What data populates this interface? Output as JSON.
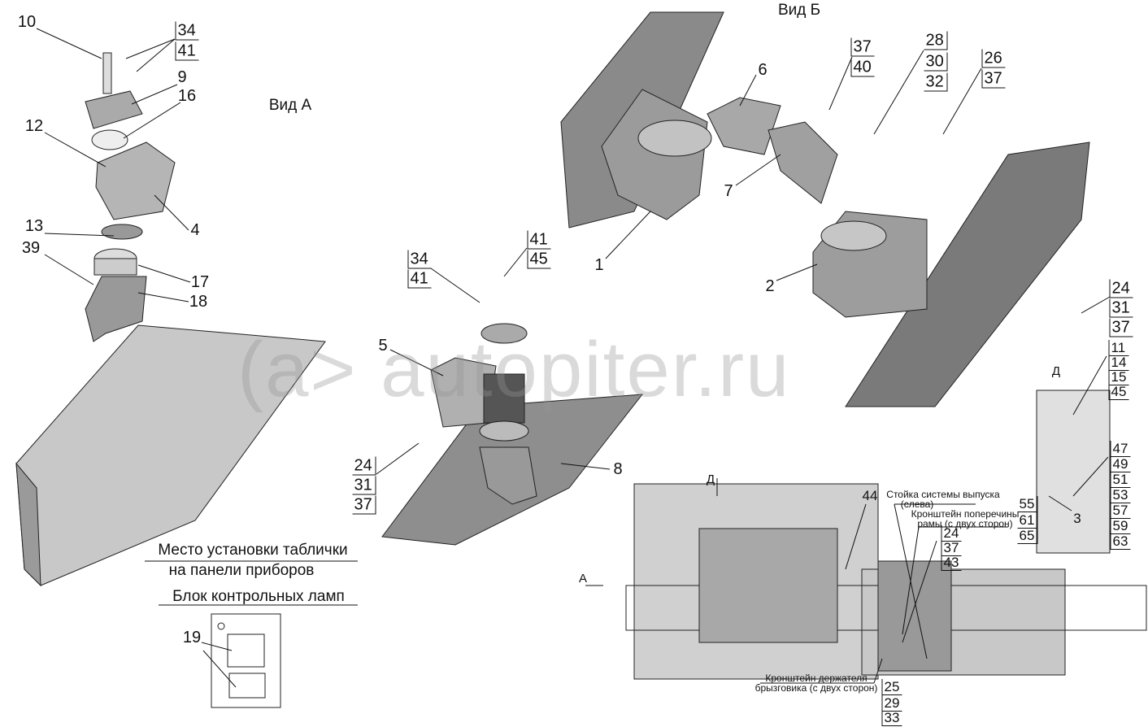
{
  "views": {
    "view_a": "Вид А",
    "view_b": "Вид Б",
    "view_d_top": "Д",
    "view_d_arrow": "Д",
    "arrow_a": "А"
  },
  "watermark": "autopiter.ru",
  "callouts_left": {
    "c10": "10",
    "c34": "34",
    "c41": "41",
    "c9": "9",
    "c16": "16",
    "c12": "12",
    "c4": "4",
    "c13": "13",
    "c39": "39",
    "c17": "17",
    "c18": "18"
  },
  "callouts_b": {
    "c6": "6",
    "c37a": "37",
    "c40": "40",
    "c28": "28",
    "c30": "30",
    "c32": "32",
    "c26": "26",
    "c37b": "37",
    "c7": "7",
    "c1": "1",
    "c2": "2"
  },
  "callouts_mid": {
    "c34": "34",
    "c41a": "41",
    "c41b": "41",
    "c45": "45",
    "c5": "5",
    "c8": "8",
    "c24": "24",
    "c31": "31",
    "c37": "37"
  },
  "callouts_right": {
    "c24": "24",
    "c31": "31",
    "c37": "37",
    "c11": "11",
    "c14": "14",
    "c15": "15",
    "c45": "45",
    "c47": "47",
    "c49": "49",
    "c51": "51",
    "c53": "53",
    "c57": "57",
    "c59": "59",
    "c63": "63",
    "c3": "3",
    "c55": "55",
    "c61": "61",
    "c65": "65"
  },
  "callouts_engine": {
    "c44": "44",
    "c24": "24",
    "c37": "37",
    "c43": "43",
    "c25": "25",
    "c29": "29",
    "c33": "33"
  },
  "notes": {
    "exhaust_1": "Стойка системы выпуска",
    "exhaust_2": "(слева)",
    "crossmember_1": "Кронштейн поперечины",
    "crossmember_2": "рамы  (с двух сторон)",
    "mudguard_1": "Кронштейн держателя",
    "mudguard_2": "брызговика (с двух сторон)"
  },
  "plate": {
    "line1": "Место установки таблички",
    "line2": "на панели приборов",
    "block": "Блок контрольных ламп",
    "callout": "19"
  }
}
